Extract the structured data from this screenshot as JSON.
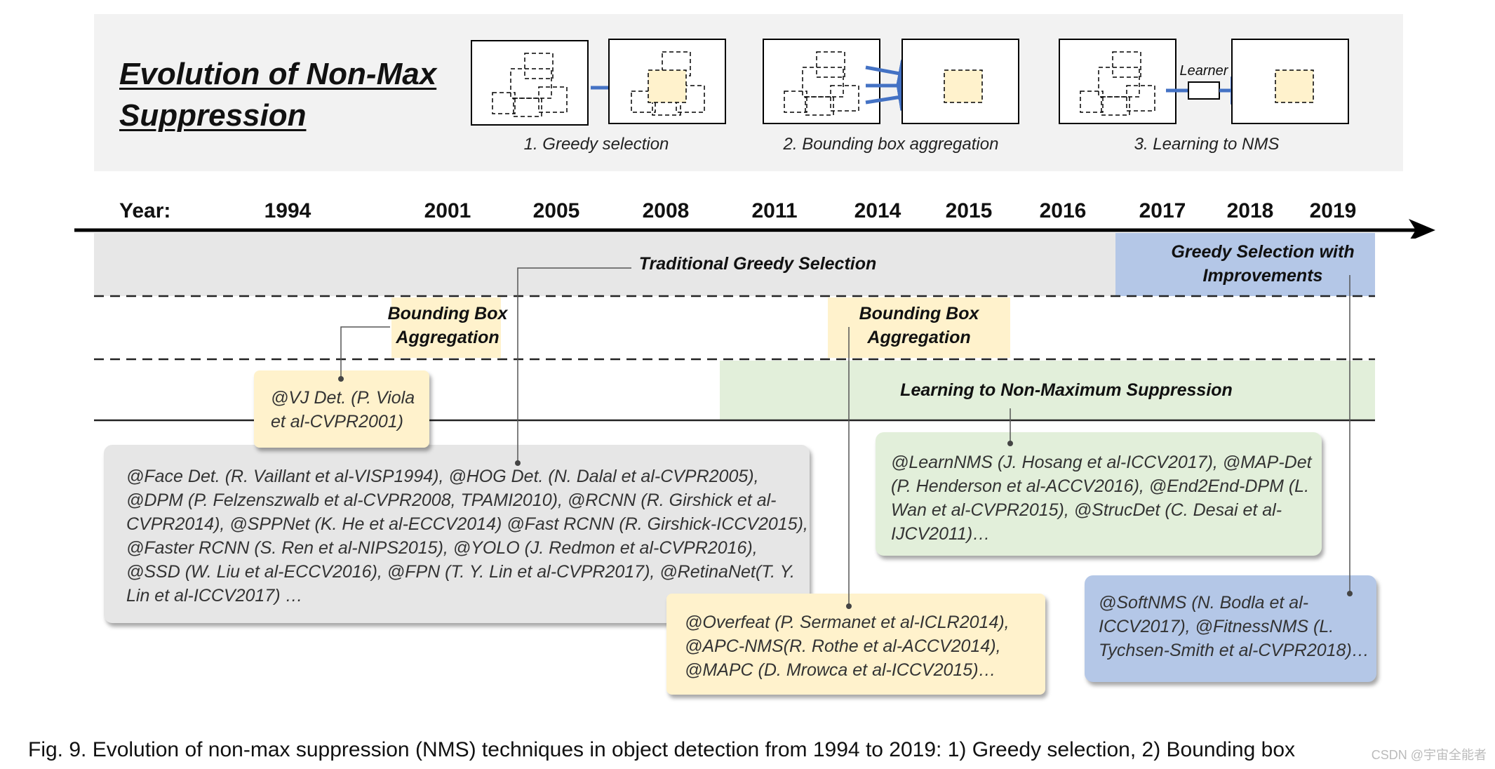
{
  "header": {
    "title_line1": "Evolution of Non-Max",
    "title_line2": "Suppression",
    "methods": [
      {
        "label": "1. Greedy selection"
      },
      {
        "label": "2. Bounding box aggregation"
      },
      {
        "label": "3. Learning to NMS",
        "learner_label": "Learner"
      }
    ]
  },
  "timeline": {
    "year_label": "Year:",
    "years": [
      "1994",
      "2001",
      "2005",
      "2008",
      "2011",
      "2014",
      "2015",
      "2016",
      "2017",
      "2018",
      "2019"
    ]
  },
  "bands": {
    "traditional": "Traditional Greedy Selection",
    "greedy_improved": "Greedy Selection with\nImprovements",
    "bba_1": "Bounding Box\nAggregation",
    "bba_2": "Bounding Box\nAggregation",
    "learning": "Learning to Non-Maximum Suppression"
  },
  "cards": {
    "vj": "@VJ Det. (P. Viola\net al-CVPR2001)",
    "traditional": "@Face Det. (R. Vaillant et al-VISP1994), @HOG Det. (N. Dalal et al-CVPR2005),\n@DPM (P. Felzenszwalb et al-CVPR2008, TPAMI2010), @RCNN (R. Girshick et al-\nCVPR2014), @SPPNet (K. He et al-ECCV2014) @Fast RCNN (R. Girshick-ICCV2015),\n@Faster RCNN (S. Ren et al-NIPS2015), @YOLO (J. Redmon et al-CVPR2016),\n@SSD (W. Liu et al-ECCV2016), @FPN (T. Y. Lin et al-CVPR2017), @RetinaNet(T. Y.\nLin et al-ICCV2017) …",
    "learning": "@LearnNMS (J. Hosang et al-ICCV2017), @MAP-Det\n(P. Henderson et al-ACCV2016), @End2End-DPM (L.\nWan et al-CVPR2015), @StrucDet (C. Desai et al-\nIJCV2011)…",
    "bba": "@Overfeat (P. Sermanet et al-ICLR2014),\n@APC-NMS(R. Rothe et al-ACCV2014),\n@MAPC (D. Mrowca et al-ICCV2015)…",
    "soft": "@SoftNMS (N. Bodla et al-\nICCV2017), @FitnessNMS (L.\nTychsen-Smith et al-CVPR2018)…"
  },
  "caption": "Fig. 9. Evolution of non-max suppression (NMS) techniques in object detection from 1994 to 2019: 1) Greedy selection, 2) Bounding box",
  "watermark": "CSDN @宇宙全能者",
  "colors": {
    "arrow_blue": "#4472c4",
    "yellow": "#fff2cc",
    "green": "#e2efda",
    "blue_band": "#b4c7e7",
    "gray_band": "#e7e7e7",
    "gray_card": "#e6e6e6"
  }
}
